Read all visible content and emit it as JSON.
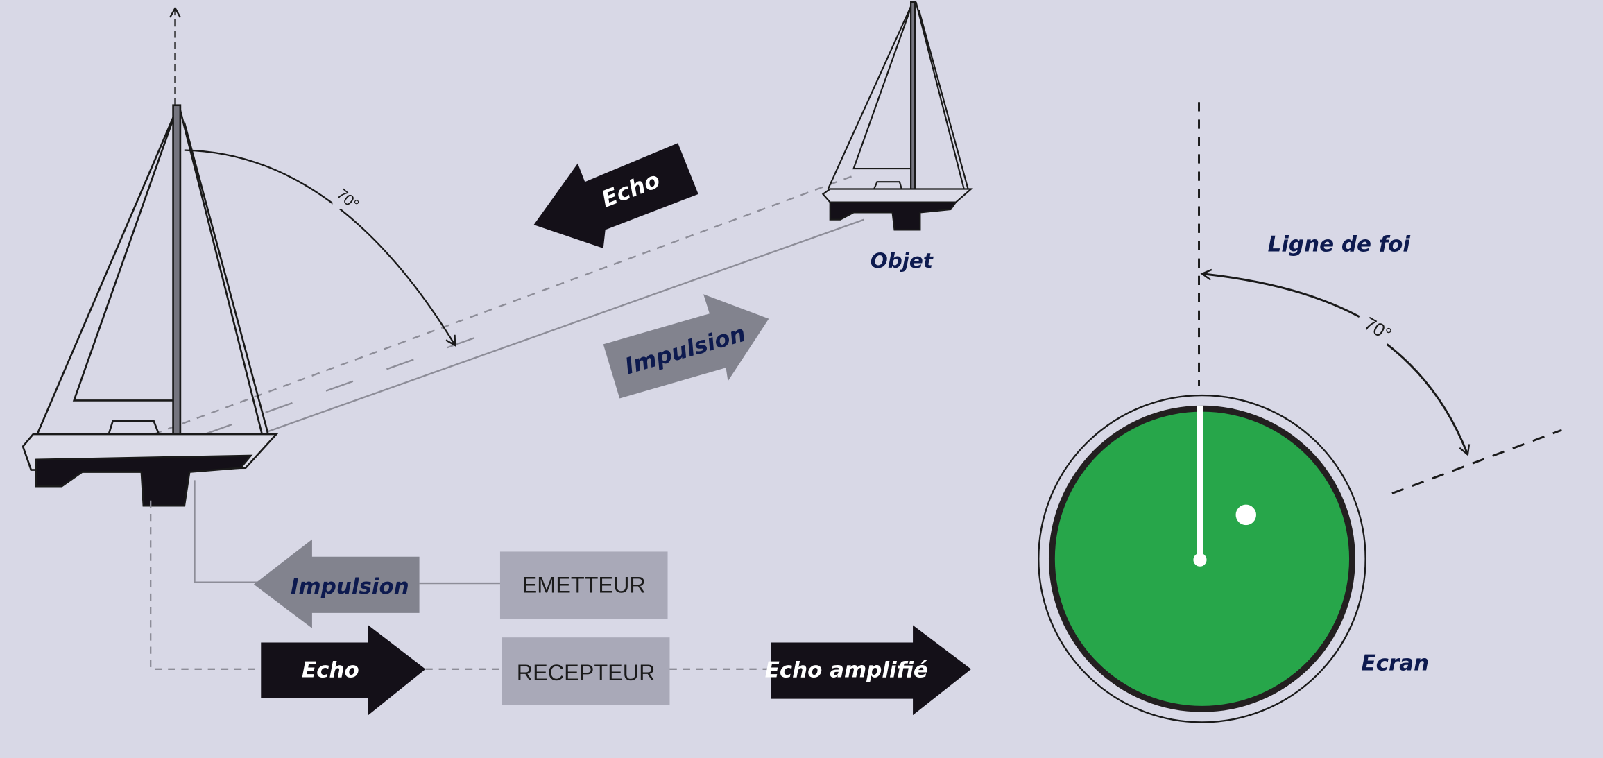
{
  "colors": {
    "background": "#d8d8e6",
    "label_text": "#0d1a4f",
    "black_arrow": "#141018",
    "gray_arrow": "#82838e",
    "box_fill": "#a9a9b8",
    "screen_green": "#27a64a"
  },
  "labels": {
    "angle_boat": "70°",
    "echo_upper": "Echo",
    "impulsion_upper": "Impulsion",
    "objet": "Objet",
    "ligne_de_foi": "Ligne de foi",
    "angle_screen": "70°",
    "ecran": "Ecran",
    "impulsion_lower": "Impulsion",
    "emetteur": "EMETTEUR",
    "echo_lower": "Echo",
    "recepteur": "RECEPTEUR",
    "echo_amplifie": "Echo amplifié"
  }
}
